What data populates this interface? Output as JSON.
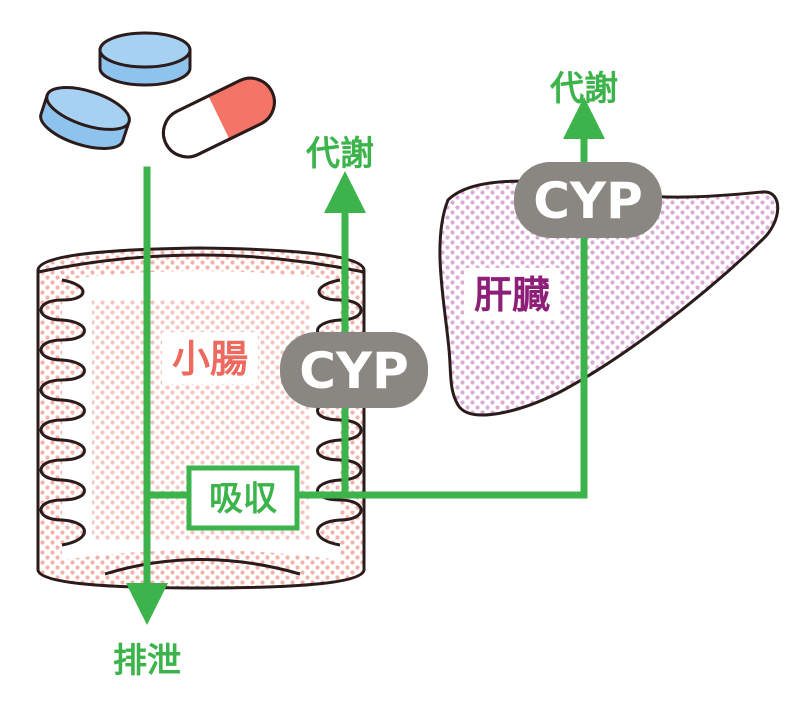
{
  "labels": {
    "metabolism_intestine": "代謝",
    "metabolism_liver": "代謝",
    "excretion": "排泄",
    "absorption": "吸収",
    "small_intestine": "小腸",
    "liver": "肝臓",
    "cyp_intestine": "CYP",
    "cyp_liver": "CYP"
  },
  "colors": {
    "arrow_green": "#3cb44b",
    "cyp_gray": "#8a8782",
    "intestine_dots": "#f4a9a1",
    "liver_dots": "#d7a3d0",
    "tablet_blue": "#8ec3ee",
    "capsule_red": "#f47467",
    "outline": "#2b1b1b"
  },
  "icons": [
    "tablet-icon",
    "tablet-icon",
    "capsule-icon"
  ]
}
